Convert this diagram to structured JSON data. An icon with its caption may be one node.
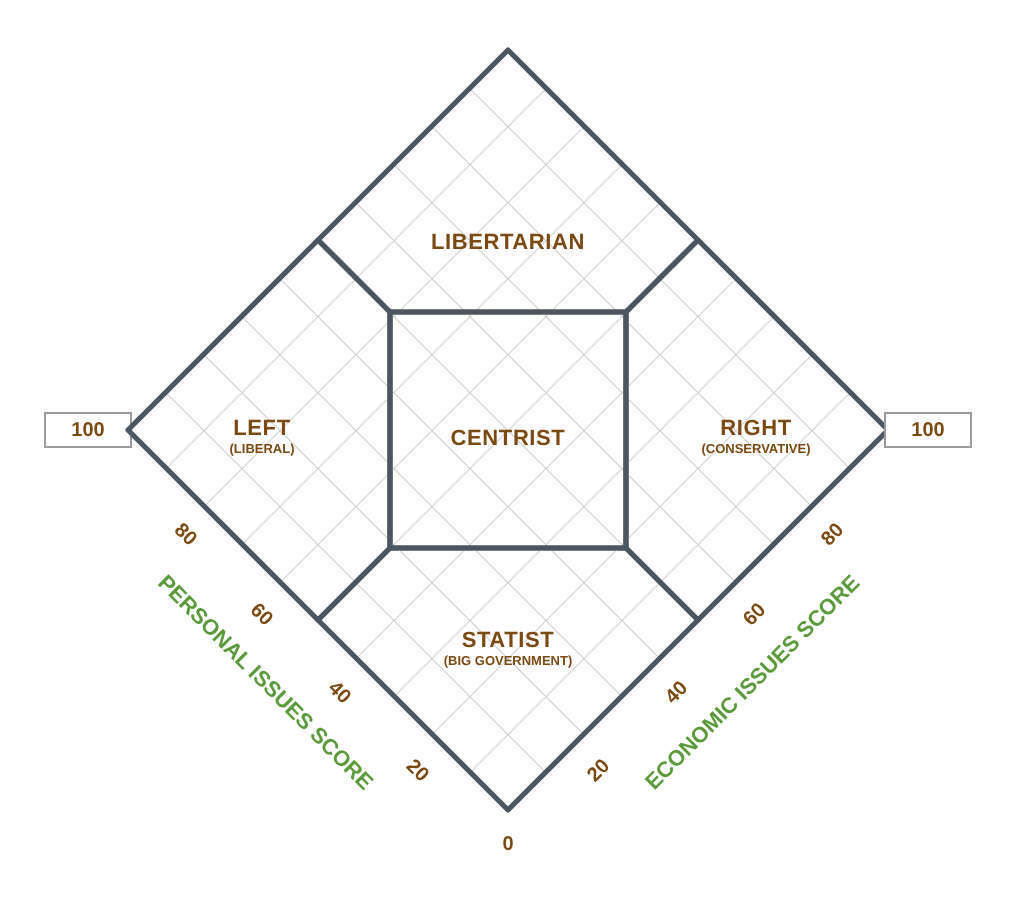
{
  "diagram": {
    "nodes": [
      {
        "text": [
          "LIBERTARIAN"
        ]
      },
      {
        "text": [
          "100"
        ]
      },
      {
        "text": [
          "LEFT",
          "(LIBERAL)"
        ]
      },
      {
        "text": [
          "CENTRIST"
        ]
      },
      {
        "text": [
          "RIGHT",
          "(CONSERVATIVE)"
        ]
      },
      {
        "text": [
          "100"
        ]
      },
      {
        "text": [
          "STATIST",
          "(BIG GOVERNMENT)"
        ]
      }
    ],
    "labels": [
      "80",
      "60",
      "40",
      "20",
      "0",
      "20",
      "40",
      "60",
      "80",
      "PERSONAL ISSUES SCORE",
      "ECONOMIC ISSUES SCORE"
    ]
  }
}
